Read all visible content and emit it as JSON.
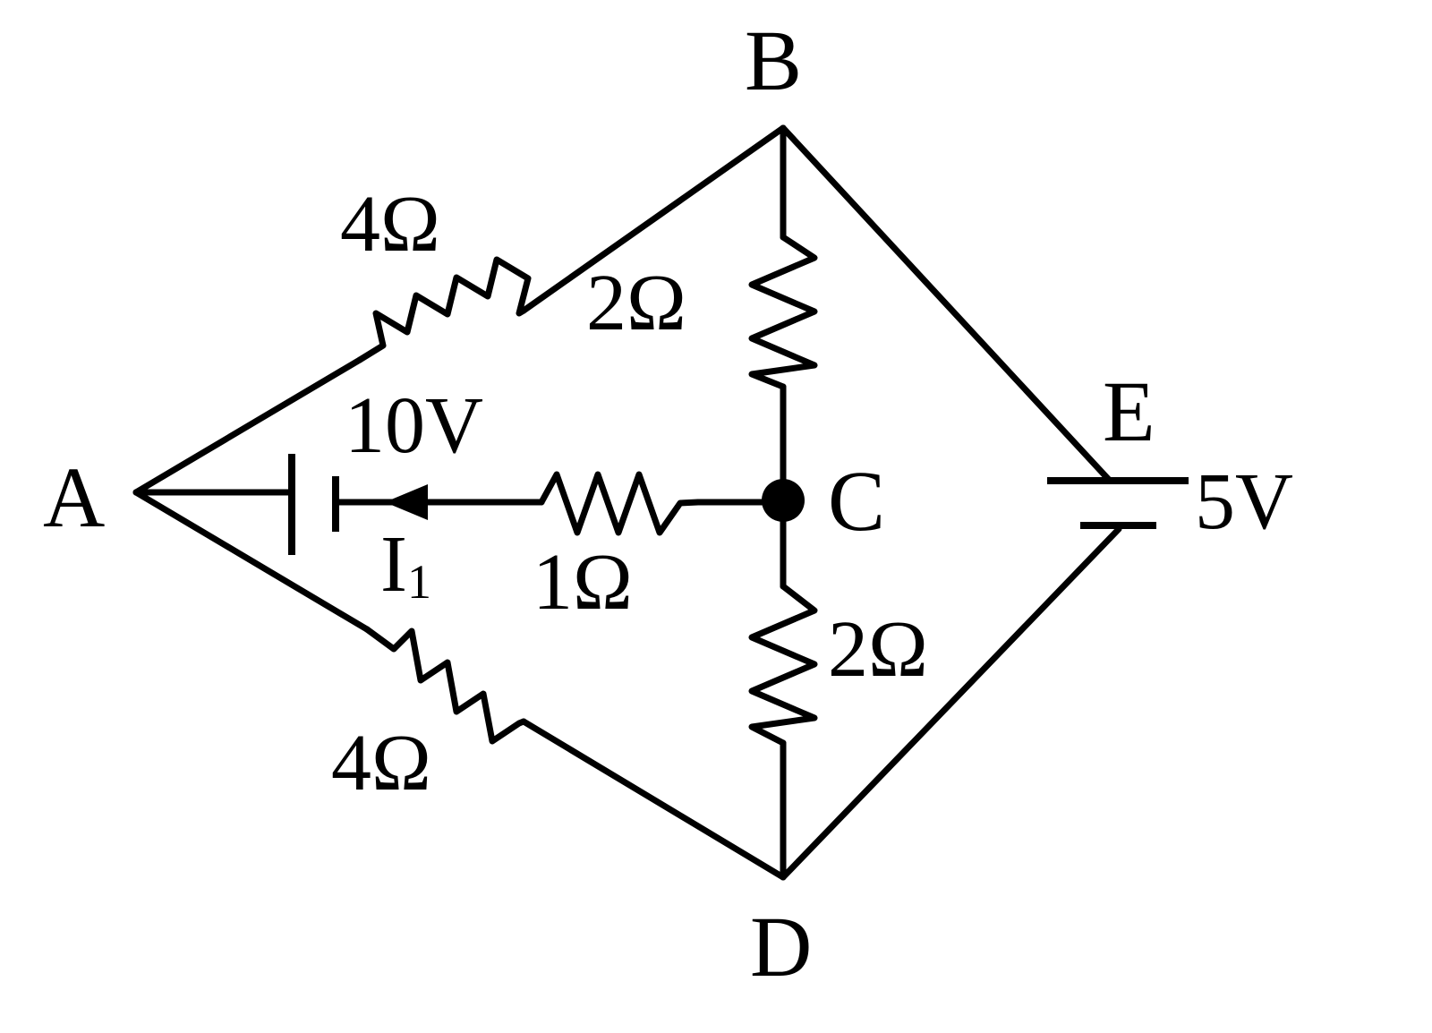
{
  "nodes": {
    "A": "A",
    "B": "B",
    "C": "C",
    "D": "D",
    "E": "E"
  },
  "components": {
    "r_ab": "4Ω",
    "r_bc": "2Ω",
    "r_ac": "1Ω",
    "r_cd": "2Ω",
    "r_ad": "4Ω",
    "battery_ac": "10V",
    "battery_e": "5V"
  },
  "current": {
    "symbol": "I",
    "subscript": "1"
  }
}
